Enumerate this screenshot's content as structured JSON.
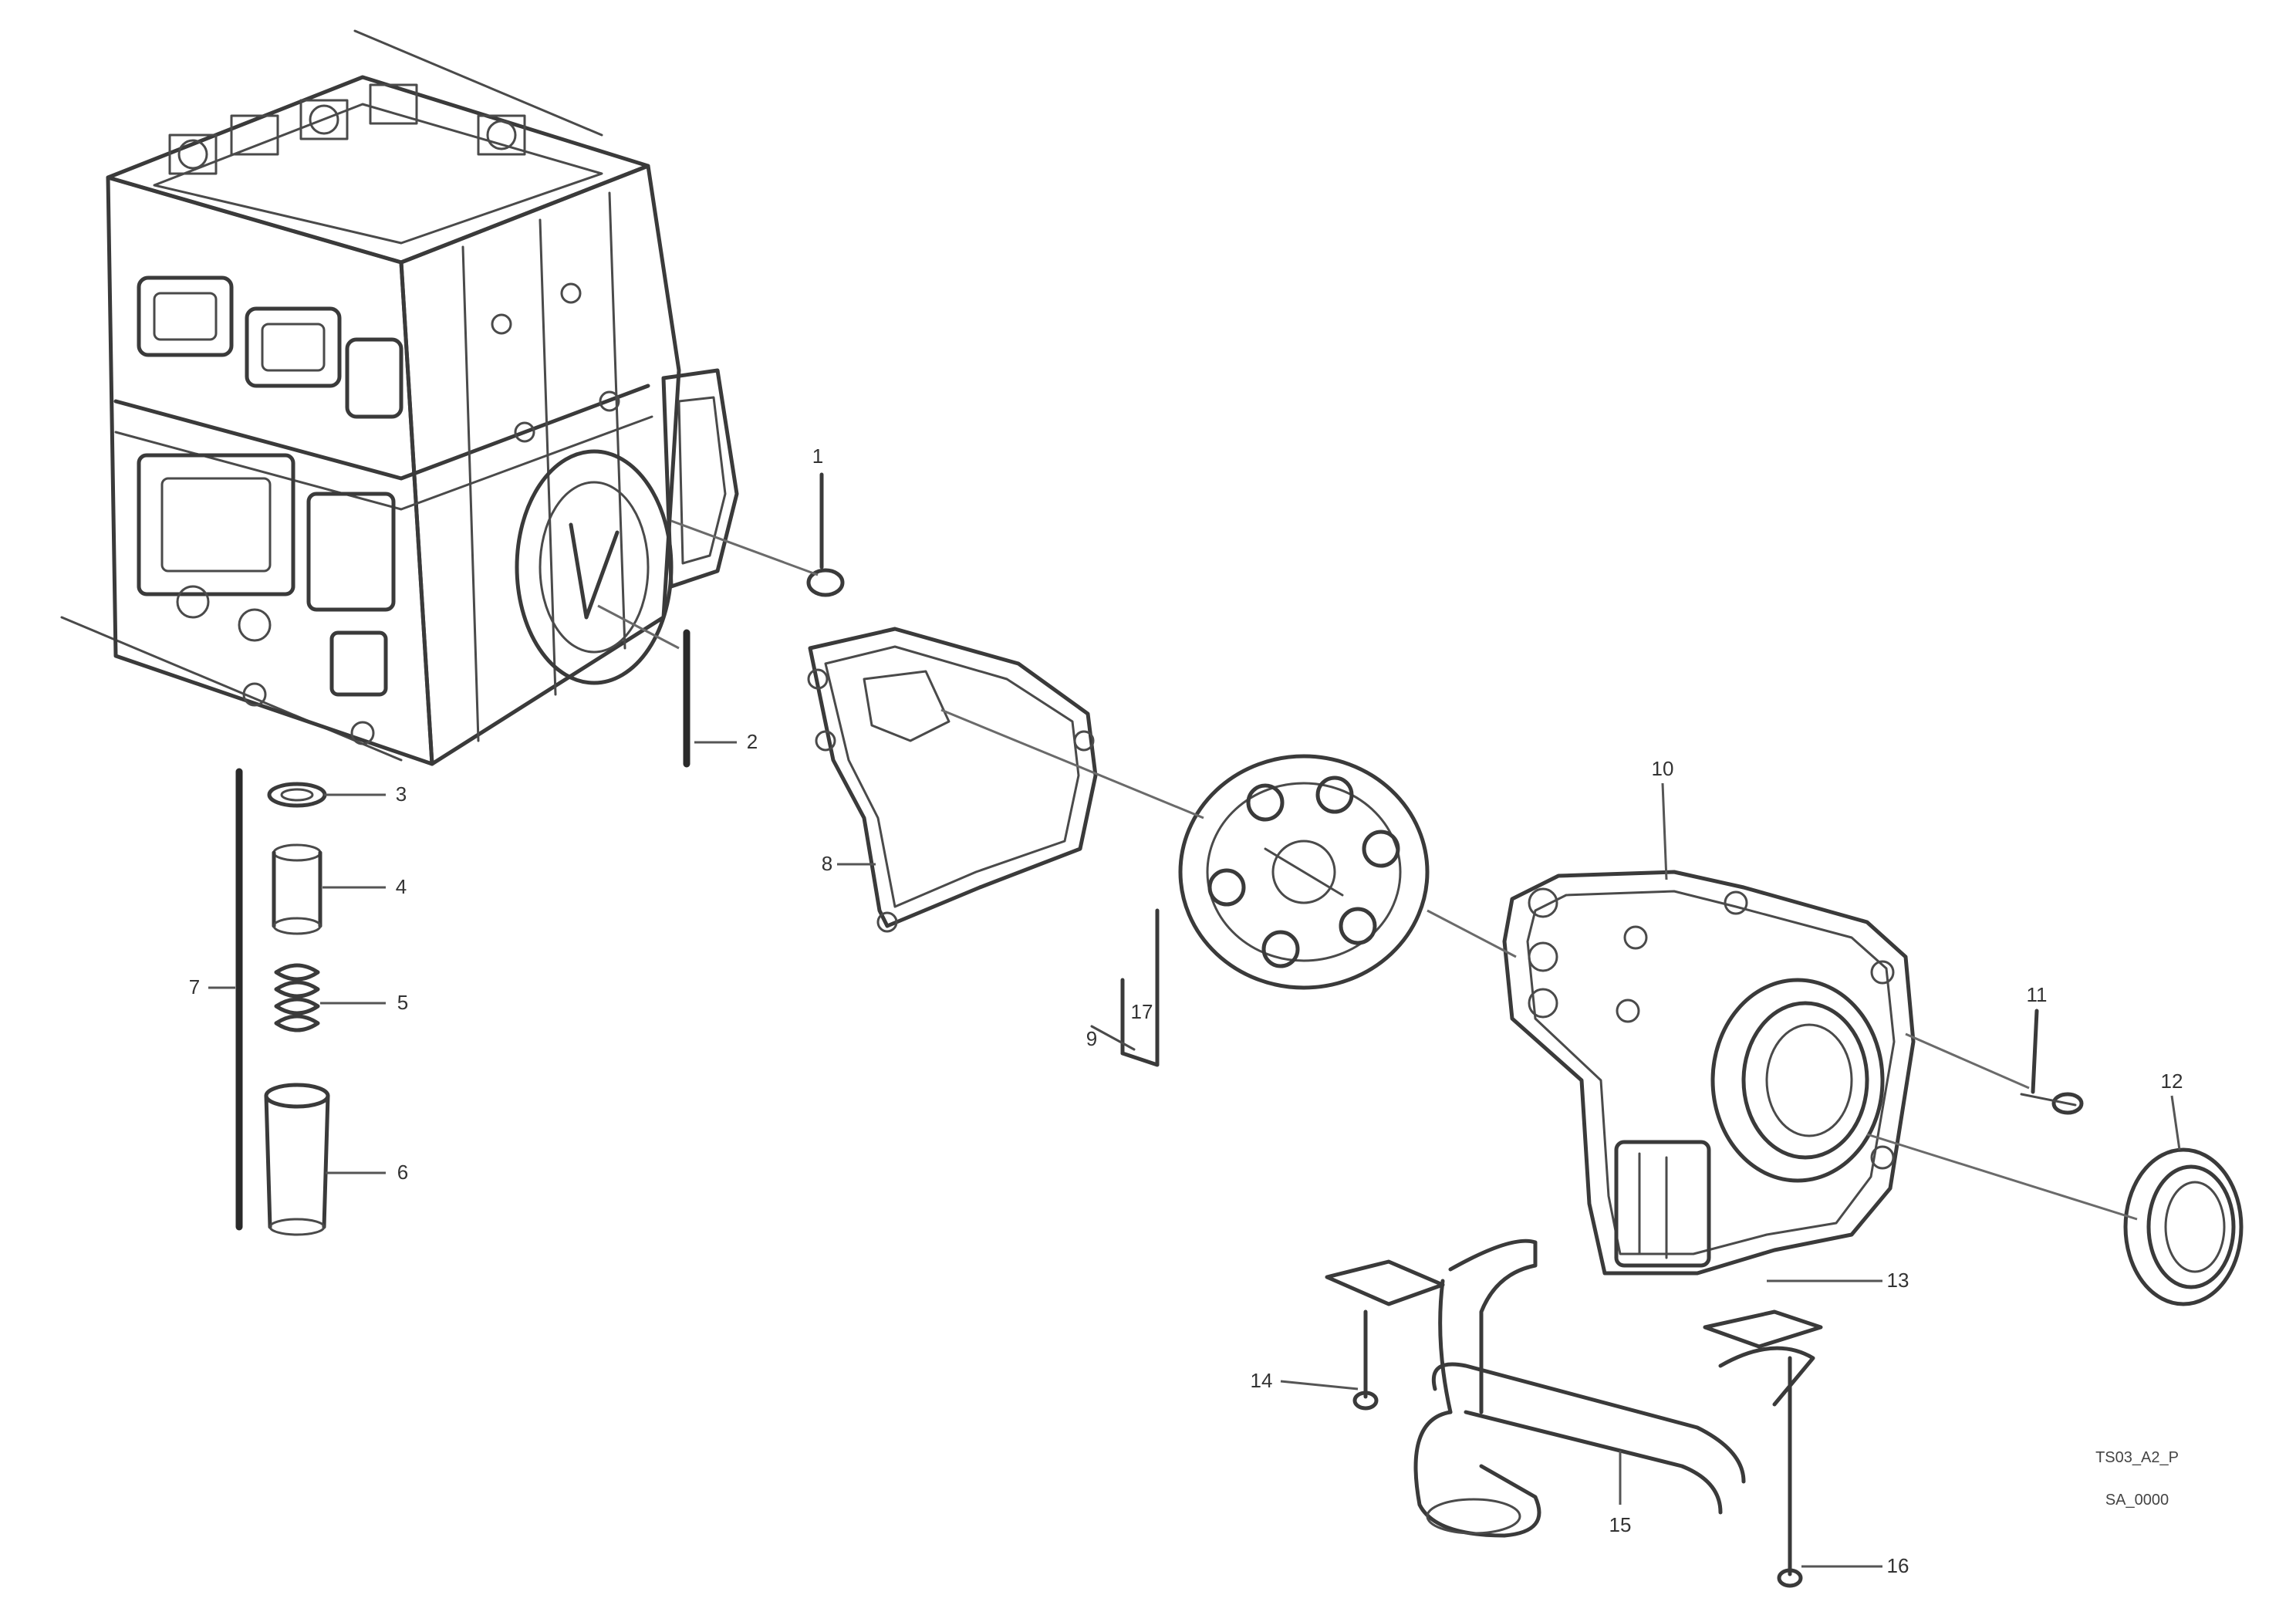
{
  "diagram": {
    "callouts": [
      {
        "id": "c1",
        "label": "1"
      },
      {
        "id": "c2",
        "label": "2"
      },
      {
        "id": "c3",
        "label": "3"
      },
      {
        "id": "c4",
        "label": "4"
      },
      {
        "id": "c5",
        "label": "5"
      },
      {
        "id": "c6",
        "label": "6"
      },
      {
        "id": "c7",
        "label": "7"
      },
      {
        "id": "c8",
        "label": "8"
      },
      {
        "id": "c9",
        "label": "9"
      },
      {
        "id": "c10",
        "label": "10"
      },
      {
        "id": "c11",
        "label": "11"
      },
      {
        "id": "c12",
        "label": "12"
      },
      {
        "id": "c13",
        "label": "13"
      },
      {
        "id": "c14",
        "label": "14"
      },
      {
        "id": "c15",
        "label": "15"
      },
      {
        "id": "c16",
        "label": "16"
      },
      {
        "id": "c17",
        "label": "17"
      }
    ],
    "reference": {
      "line1": "TS03_A2_P",
      "line2": "",
      "line3": "SA_0000"
    }
  }
}
